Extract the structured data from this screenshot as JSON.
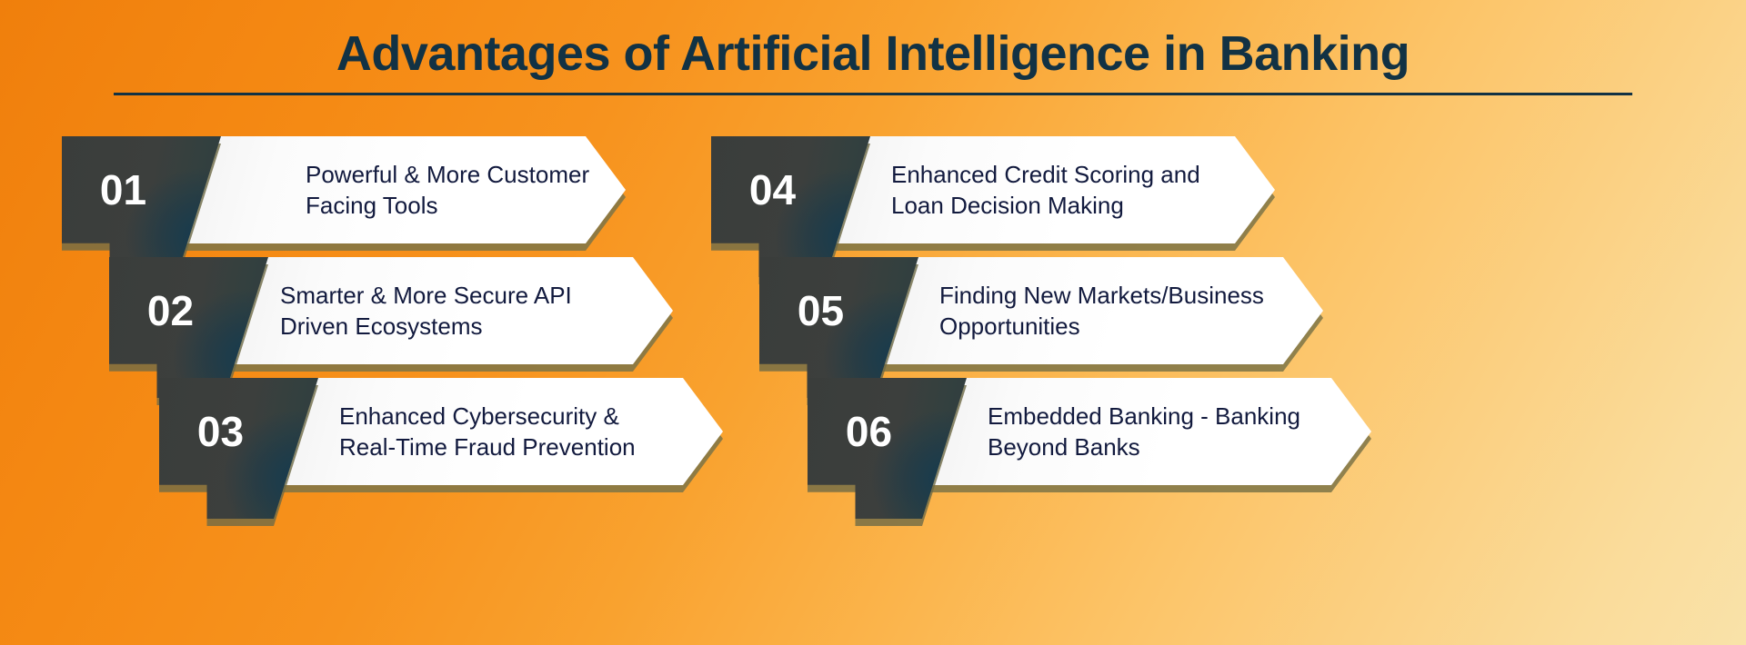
{
  "header": {
    "title": "Advantages of Artificial Intelligence in Banking",
    "underline_color": "#123244",
    "title_color": "#123244"
  },
  "theme": {
    "background_start": "#F07F0C",
    "background_end": "#F9E2A9",
    "number_block_color": "#3A3D3B",
    "banner_color": "#FFFFFF",
    "banner_text_color": "#121A3E",
    "shadow_color": "#7D7447"
  },
  "items": [
    {
      "number": "01",
      "text": "Powerful & More Customer\nFacing Tools",
      "column": "left",
      "row": 1
    },
    {
      "number": "02",
      "text": "Smarter & More Secure API\nDriven Ecosystems",
      "column": "left",
      "row": 2
    },
    {
      "number": "03",
      "text": "Enhanced Cybersecurity &\nReal-Time Fraud Prevention",
      "column": "left",
      "row": 3
    },
    {
      "number": "04",
      "text": "Enhanced Credit Scoring and\nLoan Decision Making",
      "column": "right",
      "row": 1
    },
    {
      "number": "05",
      "text": "Finding New Markets/Business\nOpportunities",
      "column": "right",
      "row": 2
    },
    {
      "number": "06",
      "text": "Embedded Banking - Banking\nBeyond Banks",
      "column": "right",
      "row": 3
    }
  ]
}
